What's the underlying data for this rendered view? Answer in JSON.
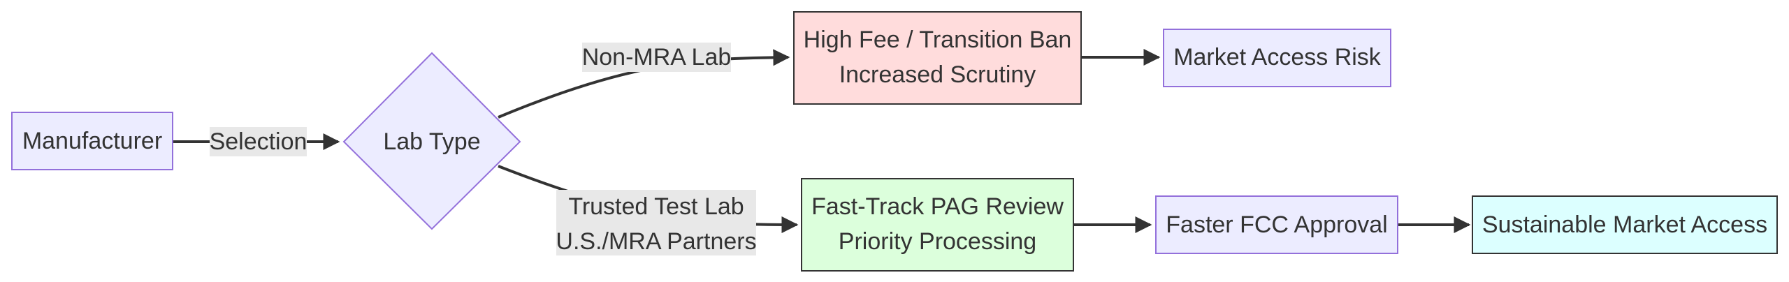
{
  "diagram": {
    "colors": {
      "default_fill": "#ececff",
      "default_stroke": "#9370db",
      "risk_fill": "#ffdcdc",
      "risk_stroke": "#333333",
      "fasttrack_fill": "#dcffdc",
      "fasttrack_stroke": "#333333",
      "sustainable_fill": "#dcffff",
      "sustainable_stroke": "#333333",
      "edge_color": "#333333",
      "edge_label_bg": "#e8e8e8"
    },
    "nodes": {
      "manufacturer": {
        "label": "Manufacturer"
      },
      "lab_type": {
        "label": "Lab Type"
      },
      "high_fee": {
        "line1": "High Fee / Transition Ban",
        "line2": "Increased Scrutiny"
      },
      "market_access_risk": {
        "label": "Market Access Risk"
      },
      "fast_track": {
        "line1": "Fast-Track PAG Review",
        "line2": "Priority Processing"
      },
      "faster_fcc": {
        "label": "Faster FCC Approval"
      },
      "sustainable": {
        "label": "Sustainable Market Access"
      }
    },
    "edges": {
      "selection": {
        "label": "Selection"
      },
      "non_mra": {
        "label": "Non-MRA Lab"
      },
      "trusted": {
        "line1": "Trusted Test Lab",
        "line2": "U.S./MRA Partners"
      }
    }
  }
}
